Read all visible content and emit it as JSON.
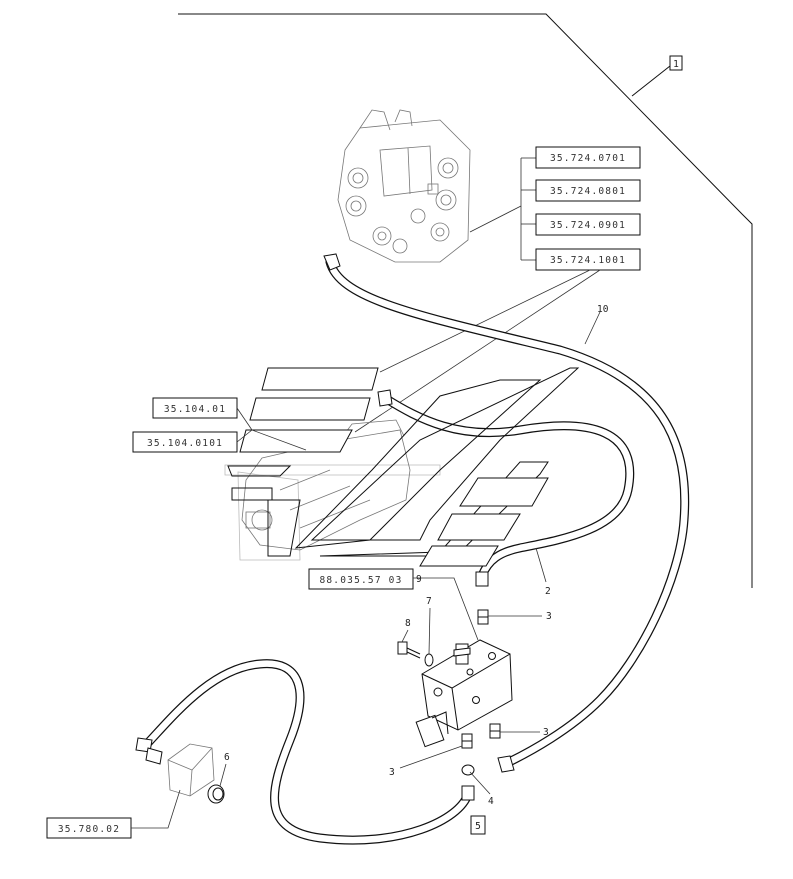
{
  "group_reference_box": "1",
  "group_items_box": "5",
  "references": {
    "ref_a": "35.724.0701",
    "ref_b": "35.724.0801",
    "ref_c": "35.724.0901",
    "ref_d": "35.724.1001",
    "ref_e": "35.104.01",
    "ref_f": "35.104.0101",
    "ref_g": "88.035.57 03",
    "ref_h": "35.780.02"
  },
  "callouts": {
    "c10": "10",
    "c2": "2",
    "c3_top": "3",
    "c3_right": "3",
    "c3_left": "3",
    "c4": "4",
    "c6": "6",
    "c7": "7",
    "c8": "8",
    "c9": "9"
  }
}
